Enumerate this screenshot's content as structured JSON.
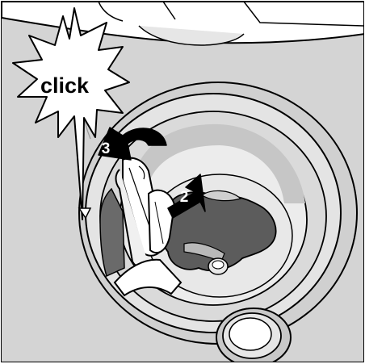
{
  "callout": {
    "label": "click",
    "icon": "starburst-callout-icon"
  },
  "steps": [
    {
      "number": "2",
      "icon": "push-arrow-icon"
    },
    {
      "number": "3",
      "icon": "rotate-arrow-icon"
    }
  ],
  "colors": {
    "panel": "#d4d4d4",
    "panel_light": "#e6e6e6",
    "opening_dark": "#5c5c5c",
    "outline": "#000000",
    "arrow_fill": "#000000",
    "highlight": "#ffffff"
  }
}
